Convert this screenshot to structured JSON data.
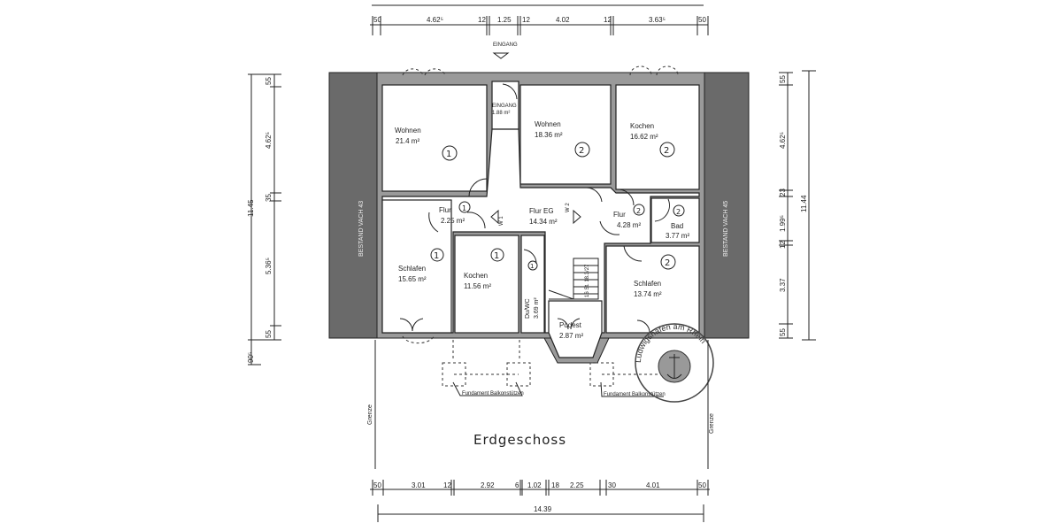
{
  "title": "Erdgeschoss",
  "entrance_label": "EINGANG",
  "top_dims": [
    "50",
    "4.62⁵",
    "12",
    "1.25",
    "12",
    "4.02",
    "12",
    "3.63⁵",
    "50"
  ],
  "bottom_dims": [
    "50",
    "3.01",
    "12",
    "2.92",
    "6",
    "1.02",
    "18",
    "2.25",
    "30",
    "4.01",
    "50"
  ],
  "bottom_total": "14.39",
  "left_dims": [
    "55",
    "4.62⁵",
    "35",
    "5.36⁵",
    "55",
    "90⁵"
  ],
  "left_total": "11.45",
  "right_dims": [
    "55",
    "4.62⁵",
    "23",
    "1.99⁵",
    "12",
    "3.37",
    "55"
  ],
  "right_total": "11.44",
  "left_wall_label": "BESTAND VACH 43",
  "right_wall_label": "BESTAND VACH 45",
  "boundary_label": "Grenze",
  "rooms": [
    {
      "name": "Wohnen",
      "area": "21.4 m²",
      "unit": "1"
    },
    {
      "name": "EINGANG",
      "area": "1.88 m²",
      "unit": ""
    },
    {
      "name": "Wohnen",
      "area": "18.36 m²",
      "unit": "2"
    },
    {
      "name": "Kochen",
      "area": "16.62 m²",
      "unit": "2"
    },
    {
      "name": "Flur",
      "area": "2.25 m²",
      "unit": "1"
    },
    {
      "name": "Flur EG",
      "area": "14.34 m²",
      "unit": ""
    },
    {
      "name": "Flur",
      "area": "4.28 m²",
      "unit": "2"
    },
    {
      "name": "Bad",
      "area": "3.77 m²",
      "unit": "2"
    },
    {
      "name": "Schlafen",
      "area": "15.65 m²",
      "unit": "1"
    },
    {
      "name": "Kochen",
      "area": "11.56 m²",
      "unit": "1"
    },
    {
      "name": "Du/WC",
      "area": "3.69 m²",
      "unit": "1"
    },
    {
      "name": "Podest",
      "area": "2.87 m²",
      "unit": ""
    },
    {
      "name": "Schlafen",
      "area": "13.74 m²",
      "unit": "2"
    }
  ],
  "meters": [
    "W 1",
    "W 2"
  ],
  "stairs_label": "16 St. 18.3/27",
  "foundation_label": "Fundament Balkonstützen",
  "stamp_text": "Ludwigshafen am Rhein"
}
